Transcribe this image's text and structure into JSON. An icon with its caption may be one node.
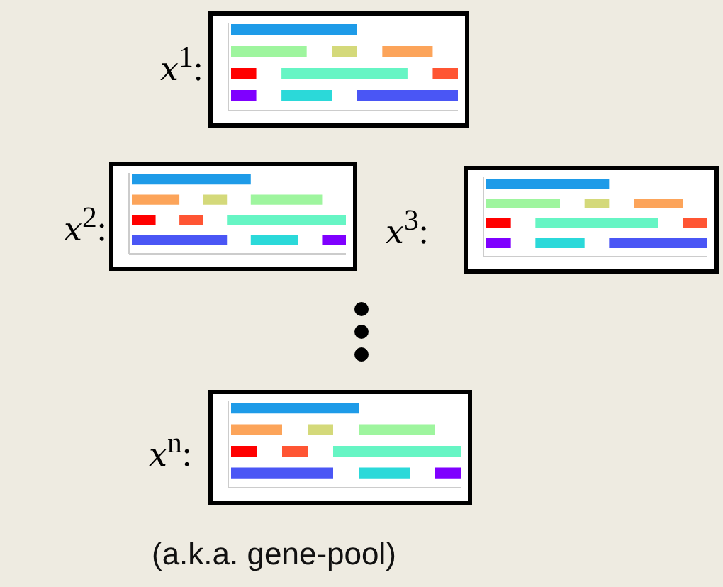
{
  "diagram": {
    "labels": [
      "*x*$^{1}$:",
      "*x*$^{2}$:",
      "*x*$^{3}$:",
      "*x*$^{n}$:"
    ],
    "caption": "(a.k.a. gene-pool)"
  }
}
